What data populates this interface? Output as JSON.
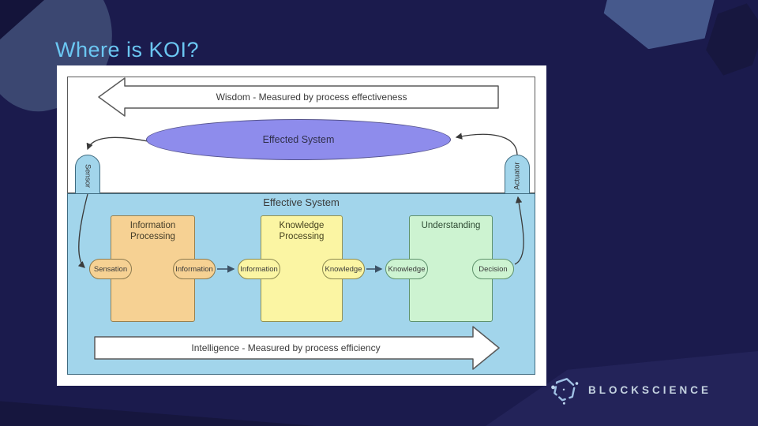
{
  "slide": {
    "title": "Where is KOI?"
  },
  "diagram": {
    "wisdom_label": "Wisdom - Measured by process effectiveness",
    "effected_system_label": "Effected System",
    "sensor_label": "Sensor",
    "actuator_label": "Actuator",
    "effective_system_label": "Effective System",
    "process_boxes": [
      {
        "label": "Information Processing"
      },
      {
        "label": "Knowledge Processing"
      },
      {
        "label": "Understanding"
      }
    ],
    "pills": [
      {
        "label": "Sensation"
      },
      {
        "label": "Information"
      },
      {
        "label": "Information"
      },
      {
        "label": "Knowledge"
      },
      {
        "label": "Knowledge"
      },
      {
        "label": "Decision"
      }
    ],
    "intelligence_label": "Intelligence - Measured by process efficiency"
  },
  "logo": {
    "wordmark": "BLOCKSCIENCE",
    "icon": "hexagon-dashed-icon"
  },
  "colors": {
    "background": "#1b1b4d",
    "title": "#6bc7f2",
    "panel": "#ffffff",
    "effective_fill": "#a2d5eb",
    "ellipse_fill": "#8e8cec",
    "info_fill": "#f6d193",
    "knowledge_fill": "#fbf5a3",
    "understanding_fill": "#cdf3d1",
    "logo_text": "#c4d2e0"
  }
}
